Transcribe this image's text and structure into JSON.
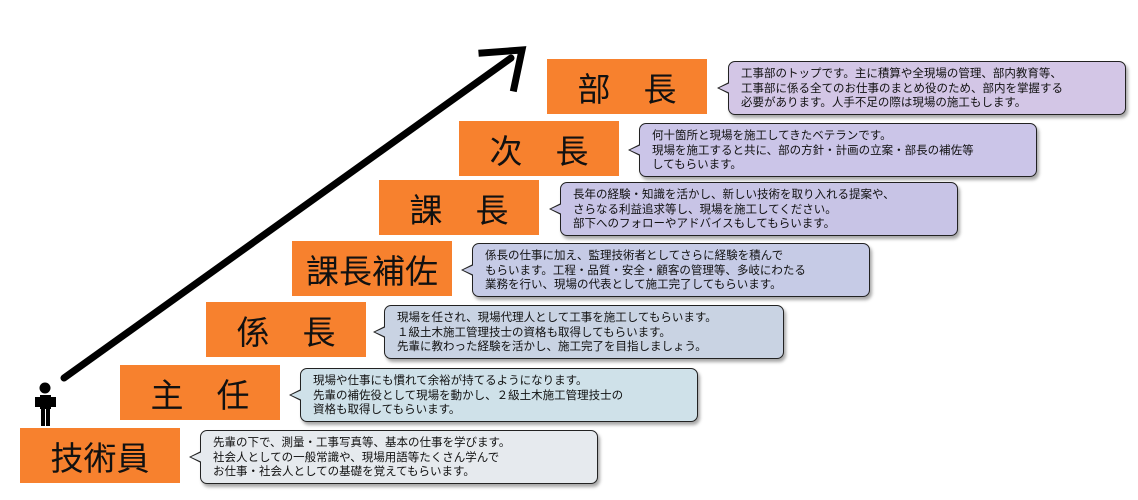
{
  "levels": [
    {
      "title": "技術員",
      "lines": [
        "先輩の下で、測量・工事写真等、基本の仕事を学びます。",
        "社会人としての一般常識や、現場用語等たくさん学んで",
        "お仕事・社会人としての基礎を覚えてもらいます。"
      ]
    },
    {
      "title": "主　任",
      "lines": [
        "現場や仕事にも慣れて余裕が持てるようになります。",
        "先輩の補佐役として現場を動かし、２級土木施工管理技士の",
        "資格も取得してもらいます。"
      ]
    },
    {
      "title": "係　長",
      "lines": [
        "現場を任され、現場代理人として工事を施工してもらいます。",
        "１級土木施工管理技士の資格も取得してもらいます。",
        "先輩に教わった経験を活かし、施工完了を目指しましょう。"
      ]
    },
    {
      "title": "課長補佐",
      "lines": [
        "係長の仕事に加え、監理技術者としてさらに経験を積んで",
        "もらいます。工程・品質・安全・顧客の管理等、多岐にわたる",
        "業務を行い、現場の代表として施工完了してもらいます。"
      ]
    },
    {
      "title": "課　長",
      "lines": [
        "長年の経験・知識を活かし、新しい技術を取り入れる提案や、",
        "さらなる利益追求等し、現場を施工してください。",
        "部下へのフォローやアドバイスもしてもらいます。"
      ]
    },
    {
      "title": "次　長",
      "lines": [
        "何十箇所と現場を施工してきたベテランです。",
        "現場を施工すると共に、部の方針・計画の立案・部長の補佐等",
        "してもらいます。"
      ]
    },
    {
      "title": "部　長",
      "lines": [
        "工事部のトップです。主に積算や全現場の管理、部内教育等、",
        "工事部に係る全てのお仕事のまとめ役のため、部内を掌握する",
        "必要があります。人手不足の際は現場の施工もします。"
      ]
    }
  ],
  "colors": {
    "step_fill": "#f7812e",
    "bubble_fills": [
      "#e6eaee",
      "#cfe1e9",
      "#c9d3e3",
      "#c6cbe6",
      "#c8c4e6",
      "#cbc5e8",
      "#d3c6e6"
    ]
  },
  "icons": {
    "person": "person-icon",
    "arrow": "growth-arrow-icon"
  }
}
